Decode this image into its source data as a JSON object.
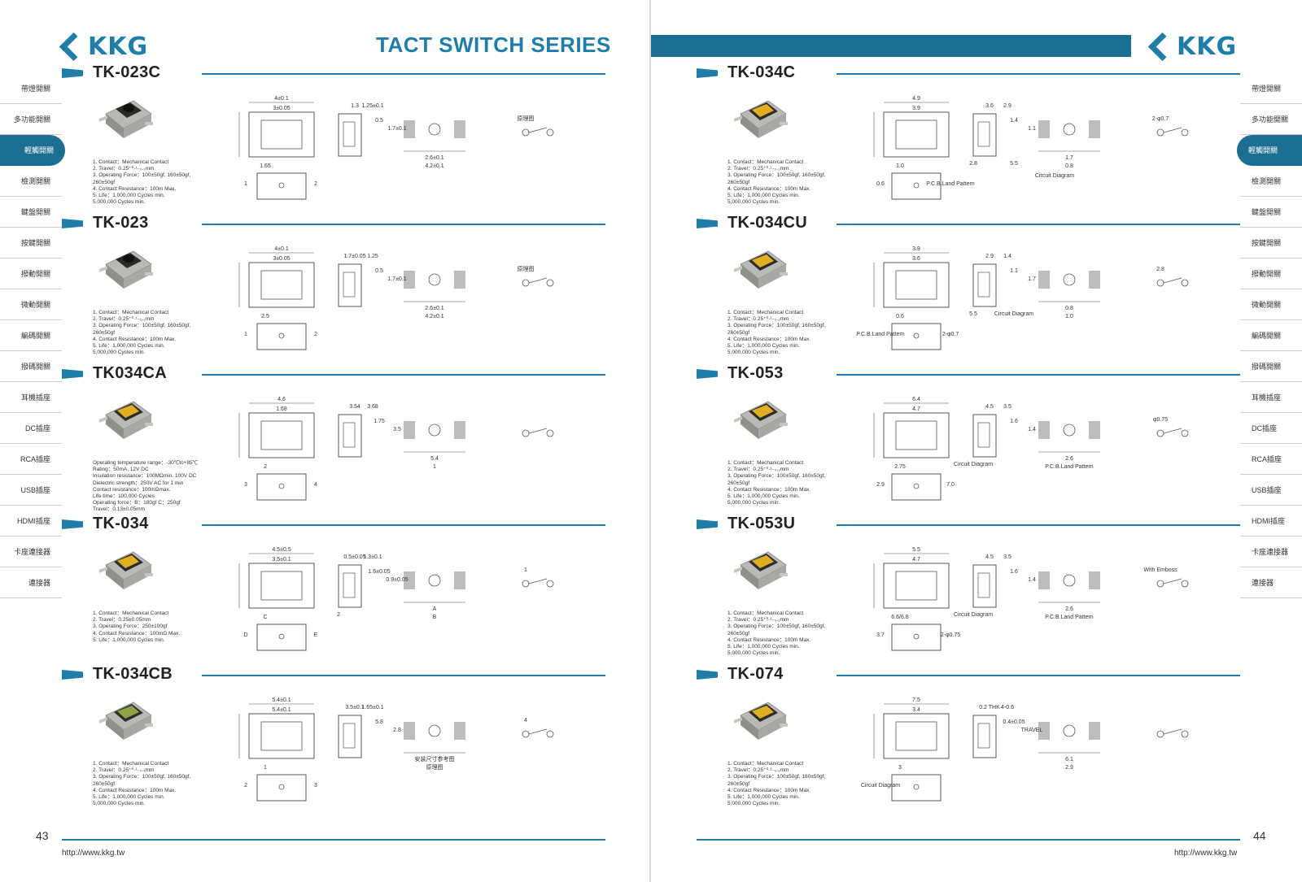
{
  "brand": "KKG",
  "series_title": "TACT SWITCH SERIES",
  "nav": [
    "帶燈開關",
    "多功能開關",
    "輕觸開關",
    "檢測開關",
    "鍵盤開關",
    "按鍵開關",
    "撥動開關",
    "微動開關",
    "編碼開關",
    "撥碼開關",
    "耳機插座",
    "DC插座",
    "RCA插座",
    "USB插座",
    "HDMI插座",
    "卡座連接器",
    "連接器"
  ],
  "nav_active_index": 2,
  "left": {
    "page_number": "43",
    "url": "http://www.kkg.tw",
    "sections": [
      {
        "name": "TK-023C",
        "body": "silver",
        "specs": [
          "1. Contact：Mechanical Contact",
          "2. Travel：0.25⁺⁰·¹₋₀.₁mm",
          "3. Operating Force：100±50gf, 160±50gf,",
          "260±50gf",
          "4. Contact Resistance：100m Max.",
          "5. Life：1,000,000 Cycles min.",
          "5,000,000 Cycles min."
        ],
        "dims": [
          "4±0.1",
          "3±0.05",
          "1.3",
          "1.25±0.1",
          "0.5",
          "1.7±0.1",
          "2.6±0.1",
          "4.2±0.1",
          "1.65",
          "1",
          "2",
          "原理图"
        ]
      },
      {
        "name": "TK-023",
        "body": "silver",
        "specs": [
          "1. Contact：Mechanical Contact",
          "2. Travel：0.25⁺⁰·¹₋₀.₁mm",
          "3. Operating Force：100±50gf, 160±50gf,",
          "260±50gf",
          "4. Contact Resistance：100m Max.",
          "5. Life：1,000,000 Cycles min.",
          "5,000,000 Cycles min."
        ],
        "dims": [
          "4±0.1",
          "3±0.05",
          "1.7±0.05",
          "1.25",
          "0.5",
          "1.7±0.1",
          "2.6±0.1",
          "4.2±0.1",
          "2.5",
          "1",
          "2",
          "原理图"
        ]
      },
      {
        "name": "TK034CA",
        "body": "yellow",
        "specs": [
          "Operating temperature range：-30℃to+85℃",
          "Rating：50mA, 12V DC",
          "Insulation resistance：100MΩmin. 100V DC",
          "Dielectric strength：250V AC for 1 min",
          "Contact resistance：100mΩmax.",
          "Life time：100,000 Cycles",
          "Operating force：B：180gf C：250gf",
          "Travel：0.13±0.05mm"
        ],
        "dims": [
          "4.6",
          "1.68",
          "3.54",
          "3.68",
          "1.75",
          "3.5",
          "5.4",
          "1",
          "2",
          "3",
          "4"
        ]
      },
      {
        "name": "TK-034",
        "body": "yellow",
        "specs": [
          "1. Contact：Mechanical Contact",
          "2. Travel：0.25±0.05mm",
          "3. Operating Force：250±100gf",
          "4. Contact Resistance：100mΩ Max.",
          "5. Life：1,000,000 Cycles min."
        ],
        "dims": [
          "4.5±0.5",
          "3.5±0.1",
          "0.5±0.05",
          "1.3±0.1",
          "1.6±0.05",
          "0.9±0.05",
          "A",
          "B",
          "C",
          "D",
          "E",
          "1",
          "2"
        ]
      },
      {
        "name": "TK-034CB",
        "body": "green",
        "specs": [
          "1. Contact：Mechanical Contact",
          "2. Travel：0.25⁺⁰·¹₋₀.₁mm",
          "3. Operating Force：100±50gf, 160±50gf,",
          "260±50gf",
          "4. Contact Resistance：100m Max.",
          "5. Life：1,000,000 Cycles min.",
          "5,000,000 Cycles min."
        ],
        "dims": [
          "5.4±0.1",
          "5.4±0.1",
          "3.5±0.1",
          "1.65±0.1",
          "5.8",
          "2.8",
          "安装尺寸参考图",
          "原理图",
          "1",
          "2",
          "3",
          "4"
        ]
      }
    ]
  },
  "right": {
    "page_number": "44",
    "url": "http://www.kkg.tw",
    "sections": [
      {
        "name": "TK-034C",
        "body": "yellow",
        "specs": [
          "1. Contact：Mechanical Contact",
          "2. Travel：0.25⁺⁰·¹₋₀.₁mm",
          "3. Operating Force：100±50gf, 160±50gf,",
          "260±50gf",
          "4. Contact Resistance：100m Max.",
          "5. Life：1,000,000 Cycles min.",
          "5,000,000 Cycles min."
        ],
        "dims": [
          "4.9",
          "3.9",
          "3.6",
          "2.9",
          "1.4",
          "1.1",
          "1.7",
          "0.8",
          "1.0",
          "0.6",
          "P.C.B.Land Pattern",
          "2-φ0.7",
          "2.8",
          "5.5",
          "Circuit Diagram"
        ]
      },
      {
        "name": "TK-034CU",
        "body": "yellow",
        "specs": [
          "1. Contact：Mechanical Contact",
          "2. Travel：0.25⁺⁰·¹₋₀.₁mm",
          "3. Operating Force：100±50gf, 160±50gf,",
          "260±50gf",
          "4. Contact Resistance：100m Max.",
          "5. Life：1,000,000 Cycles min.",
          "5,000,000 Cycles min."
        ],
        "dims": [
          "3.9",
          "3.6",
          "2.9",
          "1.4",
          "1.1",
          "1.7",
          "0.8",
          "1.0",
          "0.6",
          "P.C.B.Land Pattern",
          "2-φ0.7",
          "2.8",
          "5.5",
          "Circuit Diagram"
        ]
      },
      {
        "name": "TK-053",
        "body": "yellow",
        "specs": [
          "1. Contact：Mechanical Contact",
          "2. Travel：0.25⁺⁰·¹₋₀.₁mm",
          "3. Operating Force：100±50gf, 160±50gf,",
          "260±50gf",
          "4. Contact Resistance：100m Max.",
          "5. Life：1,000,000 Cycles min.",
          "5,000,000 Cycles min."
        ],
        "dims": [
          "6.4",
          "4.7",
          "4.5",
          "3.5",
          "1.6",
          "1.4",
          "2.6",
          "P.C.B.Land Pattern",
          "2.75",
          "2.9",
          "7.0",
          "φ0.75",
          "Circuit Diagram"
        ]
      },
      {
        "name": "TK-053U",
        "body": "yellow",
        "specs": [
          "1. Contact：Mechanical Contact",
          "2. Travel：0.25⁺⁰·¹₋₀.₁mm",
          "3. Operating Force：100±50gf, 160±50gf,",
          "260±50gf",
          "4. Contact Resistance：100m Max.",
          "5. Life：1,000,000 Cycles min.",
          "5,000,000 Cycles min."
        ],
        "dims": [
          "5.5",
          "4.7",
          "4.5",
          "3.5",
          "1.6",
          "1.4",
          "2.6",
          "P.C.B.Land Pattern",
          "6.6/6.8",
          "3.7",
          "2-φ0.75",
          "With Emboss",
          "Circuit Diagram"
        ]
      },
      {
        "name": "TK-074",
        "body": "yellow",
        "specs": [
          "1. Contact：Mechanical Contact",
          "2. Travel：0.25⁺⁰·¹₋₀.₁mm",
          "3. Operating Force：100±50gf, 160±50gf,",
          "260±50gf",
          "4. Contact Resistance：100m Max.",
          "5. Life：1,000,000 Cycles min.",
          "5,000,000 Cycles min."
        ],
        "dims": [
          "7.5",
          "3.4",
          "0.2 THK",
          "4-0.6",
          "0.4±0.05",
          "TRAVEL",
          "6.1",
          "2.9",
          "3",
          "Circuit Diagram"
        ]
      }
    ]
  },
  "colors": {
    "brand": "#1f7da8",
    "band": "#1c6e93",
    "yellow": "#e0ae22",
    "green": "#8ea24a",
    "silver": "#d9dad6"
  },
  "icons": {
    "logo": "kkg-chevron-logo-icon",
    "section_marker": "section-arrow-icon"
  }
}
